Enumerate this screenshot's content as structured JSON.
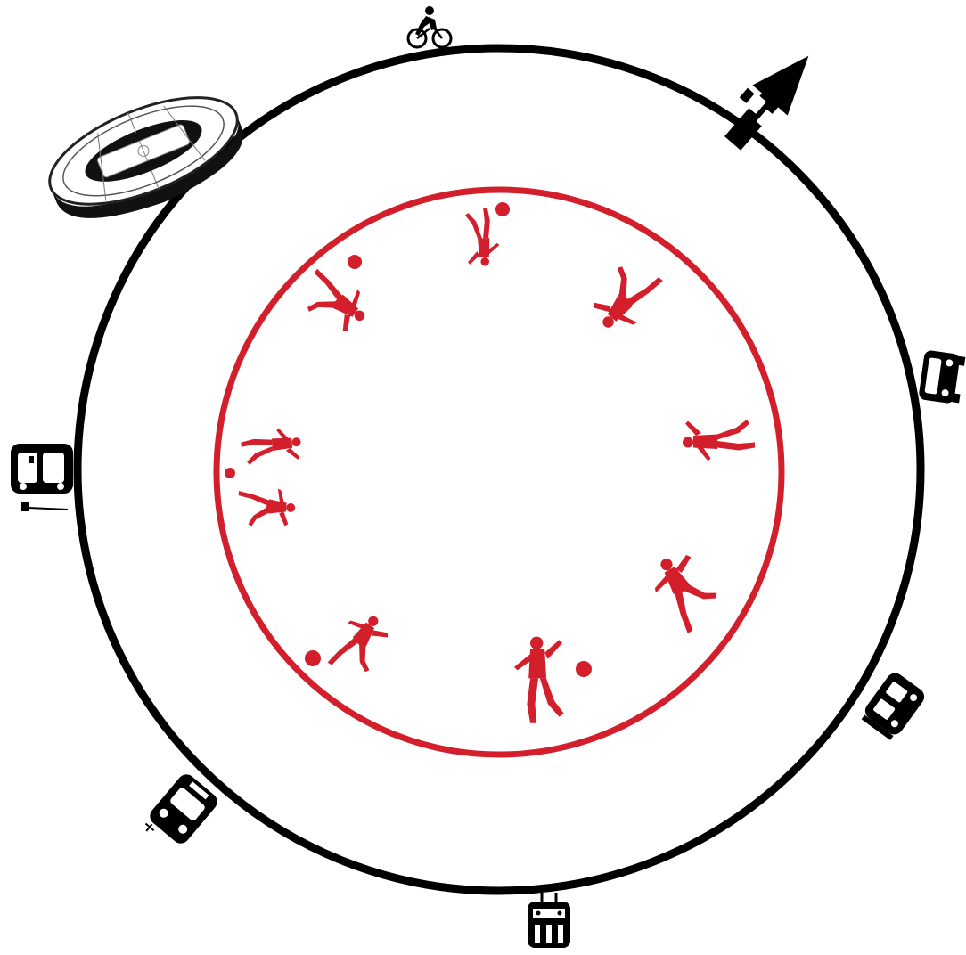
{
  "diagram": {
    "outer_ring_color": "#000000",
    "inner_ring_color": "#d21f2b",
    "icon_color": "#000000",
    "player_color": "#d21f2b",
    "outer_icons": [
      {
        "name": "stadium-icon"
      },
      {
        "name": "bicycle-icon"
      },
      {
        "name": "home-arrow-icon"
      },
      {
        "name": "car-icon"
      },
      {
        "name": "bus-icon"
      },
      {
        "name": "train-icon"
      },
      {
        "name": "tram-icon"
      },
      {
        "name": "bus-stop-icon"
      }
    ],
    "players": [
      {
        "name": "player-1",
        "ball": true
      },
      {
        "name": "player-2",
        "ball": false
      },
      {
        "name": "player-3",
        "ball": false
      },
      {
        "name": "player-4",
        "ball": false
      },
      {
        "name": "player-5",
        "ball": true
      },
      {
        "name": "player-6",
        "ball": true
      },
      {
        "name": "player-7",
        "ball": true
      },
      {
        "name": "player-8",
        "ball": false
      },
      {
        "name": "player-9",
        "ball": true
      }
    ]
  }
}
